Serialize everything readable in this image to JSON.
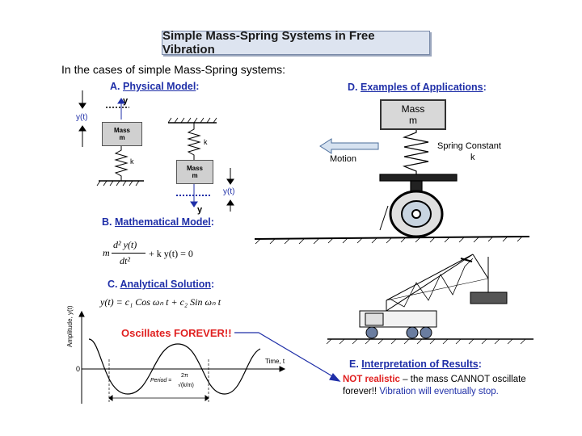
{
  "title": "Simple Mass-Spring Systems in Free Vibration",
  "intro": "In the cases of simple Mass-Spring systems:",
  "sectionA": {
    "letter": "A.",
    "label": "Physical Model",
    "colon": ":"
  },
  "sectionB": {
    "letter": "B.",
    "label": "Mathematical Model",
    "colon": ":"
  },
  "sectionC": {
    "letter": "C.",
    "label": "Analytical Solution",
    "colon": ":"
  },
  "sectionD": {
    "letter": "D.",
    "label": "Examples of Applications",
    "colon": ":"
  },
  "sectionE": {
    "letter": "E.",
    "label": "Interpretation of Results",
    "colon": ":"
  },
  "model1": {
    "y": "y",
    "yt": "y(t)",
    "mass": "Mass",
    "m": "m",
    "k": "k"
  },
  "model2": {
    "y": "y",
    "yt": "y(t)",
    "mass": "Mass",
    "m": "m",
    "k": "k"
  },
  "equation": {
    "lhs_m": "m",
    "d2y": "d² y(t)",
    "dt2": "dt²",
    "rest": "+ k y(t) = 0"
  },
  "solution": "y(t) = c₁ Cos ωₙ t + c₂ Sin ωₙ t",
  "plot": {
    "ylabel": "Amplitude, y(t)",
    "xlabel": "Time, t",
    "zero": "0",
    "period_label": "Period =",
    "period_num": "2π",
    "period_den": "√(k/m)"
  },
  "oscillates": "Oscillates FOREVER!!",
  "app": {
    "mass": "Mass",
    "m": "m",
    "motion": "Motion",
    "spring": "Spring Constant",
    "k": "k"
  },
  "result": {
    "red": "NOT realistic",
    "dash": "– the mass CANNOT oscillate",
    "line2a": "forever!!",
    "line2b": "Vibration will eventually stop."
  }
}
